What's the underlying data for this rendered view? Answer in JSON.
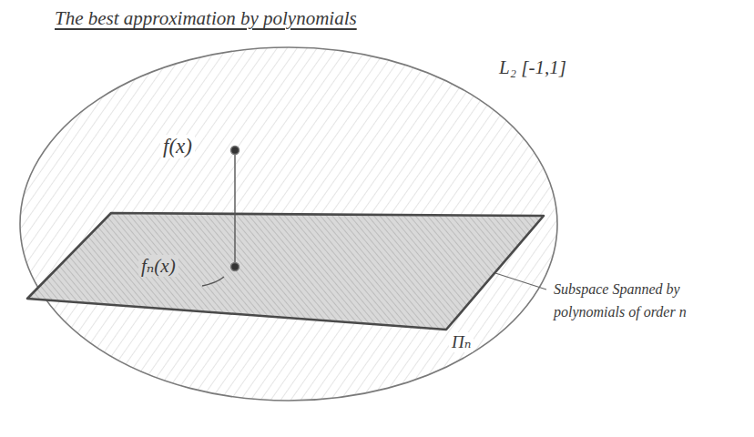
{
  "diagram": {
    "title": "The best approximation by polynomials",
    "nodes": [
      {
        "text": [
          "L₂ [-1,1]"
        ]
      },
      {
        "text": [
          "Πₙ"
        ],
        "in": 0
      }
    ],
    "labels": [
      "f(x)",
      "fₙ(x)",
      "Subspace Spanned by polynomials of order n"
    ]
  }
}
